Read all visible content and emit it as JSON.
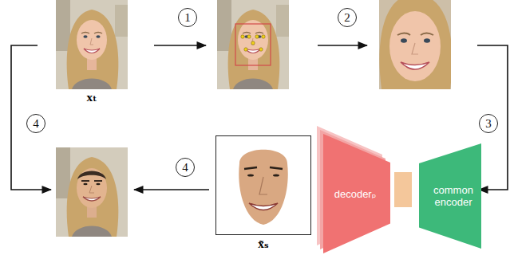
{
  "diagram": {
    "nodes": [
      {
        "text": [
          "xₜ"
        ]
      },
      {
        "text": [
          "x̃ₛ"
        ]
      },
      {
        "text": [
          "decoderₚ"
        ]
      },
      {
        "text": [
          "common encoder"
        ]
      }
    ],
    "labels": [
      "1",
      "2",
      "4",
      "3",
      "4"
    ]
  }
}
